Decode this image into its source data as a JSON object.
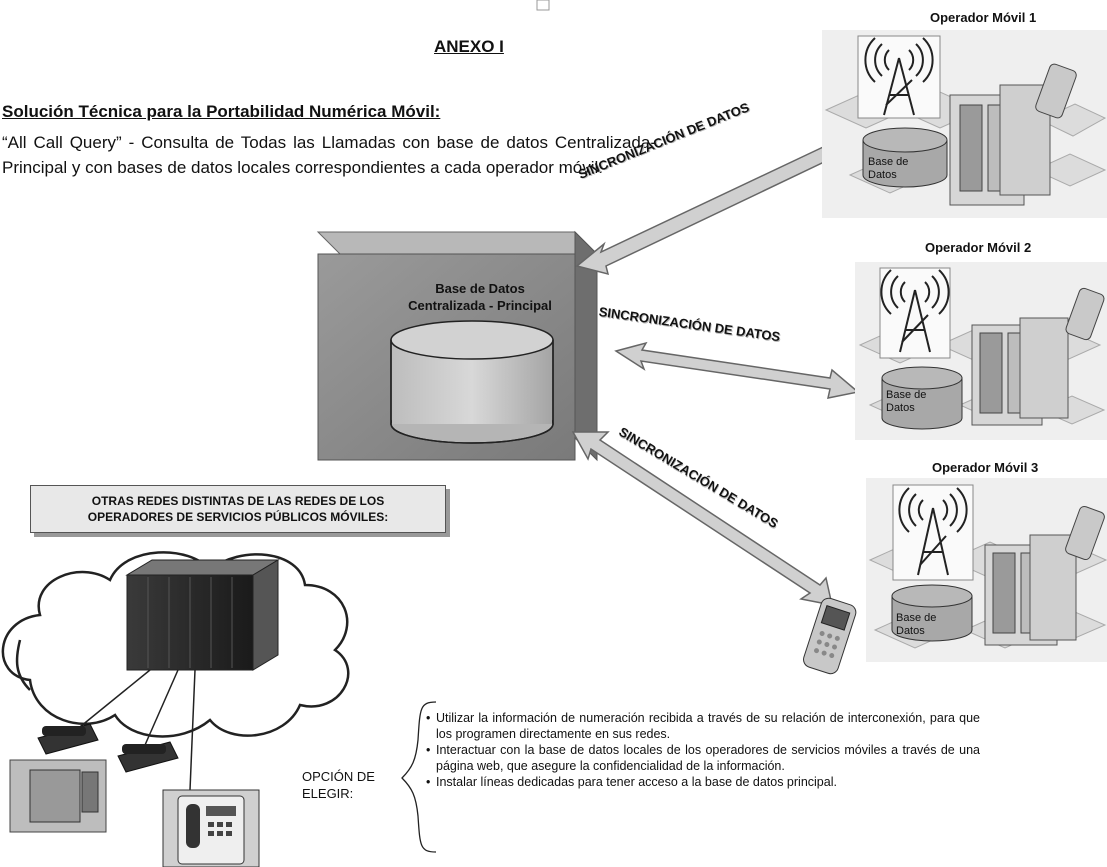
{
  "annex_title": "ANEXO I",
  "solution_title": "Solución Técnica para la Portabilidad Numérica Móvil:",
  "intro_text": "“All Call Query” - Consulta de Todas las Llamadas con base de datos Centralizada-Principal y con bases de datos locales correspondientes a cada operador móvil.",
  "central_db": {
    "line1": "Base de Datos",
    "line2": "Centralizada - Principal"
  },
  "operators": [
    {
      "label": "Operador Móvil 1",
      "db_line1": "Base de",
      "db_line2": "Datos"
    },
    {
      "label": "Operador Móvil 2",
      "db_line1": "Base de",
      "db_line2": "Datos"
    },
    {
      "label": "Operador Móvil 3",
      "db_line1": "Base de",
      "db_line2": "Datos"
    }
  ],
  "sync_label": "SINCRONIZACIÓN DE DATOS",
  "other_networks": {
    "line1": "OTRAS REDES DISTINTAS DE LAS REDES DE LOS",
    "line2": "OPERADORES DE SERVICIOS PÚBLICOS MÓVILES:"
  },
  "option": {
    "line1": "OPCIÓN DE",
    "line2": "ELEGIR:"
  },
  "options_list": [
    "Utilizar la información de numeración recibida a través de su relación de interconexión, para que los programen directamente en sus redes.",
    "Interactuar  con la base de datos locales de los operadores de servicios móviles a través de una página web, que asegure la confidencialidad de la información.",
    "Instalar líneas dedicadas para tener acceso a la base de datos principal."
  ]
}
